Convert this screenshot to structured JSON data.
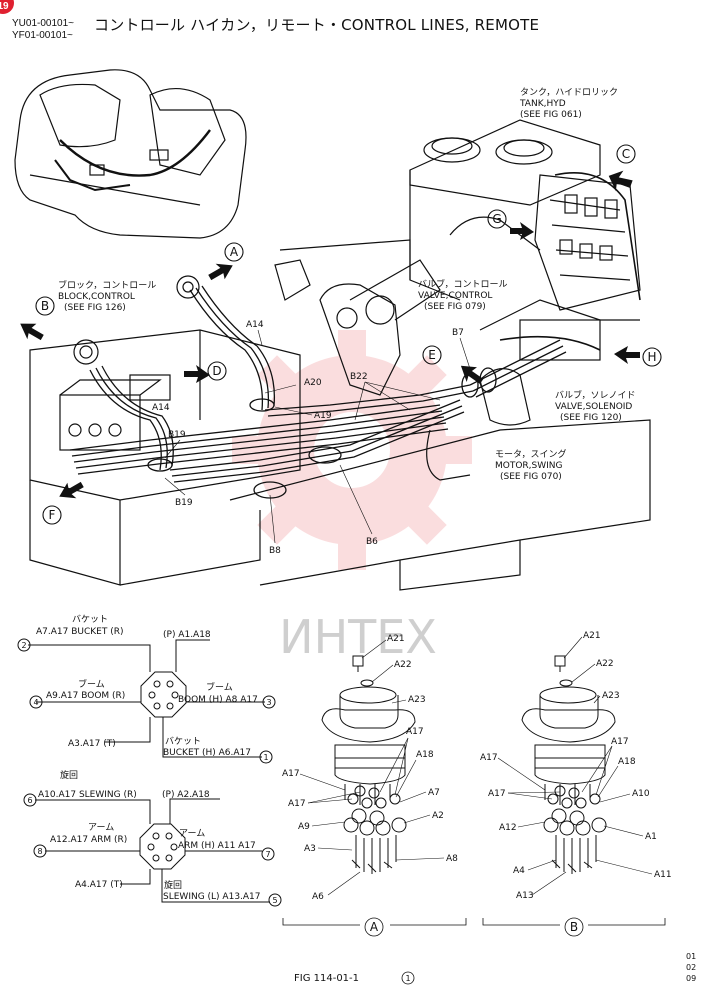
{
  "header": {
    "page_badge": "19",
    "code1": "YU01-00101~",
    "code2": "YF01-00101~",
    "title": "コントロール ハイカン，リモート・CONTROL LINES, REMOTE"
  },
  "watermark": {
    "text": "ИНТЕХ",
    "color": "#e8474e"
  },
  "callouts": {
    "tank_jp": "タンク，ハイドロリック",
    "tank_en": "TANK,HYD",
    "tank_ref": "(SEE FIG 061)",
    "block_jp": "ブロック，コントロール",
    "block_en": "BLOCK,CONTROL",
    "block_ref": "(SEE FIG 126)",
    "valve_jp": "バルブ，コントロール",
    "valve_en": "VALVE,CONTROL",
    "valve_ref": "(SEE FIG 079)",
    "sol_jp": "バルブ，ソレノイド",
    "sol_en": "VALVE,SOLENOID",
    "sol_ref": "(SEE FIG 120)",
    "swing_jp": "モータ，スイング",
    "swing_en": "MOTOR,SWING",
    "swing_ref": "(SEE FIG 070)"
  },
  "view_letters": {
    "a": "A",
    "b": "B",
    "c": "C",
    "d": "D",
    "e": "E",
    "f": "F",
    "g": "G",
    "h": "H"
  },
  "part_labels": {
    "a14_top": "A14",
    "a14_left": "A14",
    "a20": "A20",
    "a19": "A19",
    "b22": "B22",
    "b7": "B7",
    "b19_a": "B19",
    "b19_b": "B19",
    "b8": "B8",
    "b6": "B6"
  },
  "port_a": {
    "bucket_jp": "バケット",
    "bucket_r": "A7.A17 BUCKET (R)",
    "p": "(P) A1.A18",
    "boom_jp": "ブーム",
    "boom_r": "A9.A17 BOOM (R)",
    "boom_h_jp": "ブーム",
    "boom_h": "BOOM (H) A8 A17",
    "t": "A3.A17 (T)",
    "bucket_h_jp": "バケット",
    "bucket_h": "BUCKET (H) A6.A17",
    "n1": "1",
    "n2": "2",
    "n3": "3",
    "n4": "4"
  },
  "port_b": {
    "slew_jp": "旋回",
    "slew_r": "A10.A17 SLEWING (R)",
    "p": "(P) A2.A18",
    "arm_jp": "アーム",
    "arm_r": "A12.A17 ARM (R)",
    "arm_h_jp": "アーム",
    "arm_h": "ARM (H) A11 A17",
    "t": "A4.A17 (T)",
    "slew_l_jp": "旋回",
    "slew_l": "SLEWING (L) A13.A17",
    "n5": "5",
    "n6": "6",
    "n7": "7",
    "n8": "8"
  },
  "detail_a": {
    "a21": "A21",
    "a22": "A22",
    "a23": "A23",
    "a17a": "A17",
    "a18": "A18",
    "a17b": "A17",
    "a17c": "A17",
    "a7": "A7",
    "a9": "A9",
    "a2": "A2",
    "a3": "A3",
    "a8": "A8",
    "a6": "A6",
    "circle": "A"
  },
  "detail_b": {
    "a21": "A21",
    "a22": "A22",
    "a23": "A23",
    "a17a": "A17",
    "a18": "A18",
    "a17b": "A17",
    "a17c": "A17",
    "a10": "A10",
    "a12": "A12",
    "a1": "A1",
    "a4": "A4",
    "a11": "A11",
    "a13": "A13",
    "circle": "B"
  },
  "footer": {
    "fig": "FIG 114-01-1",
    "fig_num": "1",
    "s1": "01",
    "s2": "02",
    "s3": "09"
  }
}
